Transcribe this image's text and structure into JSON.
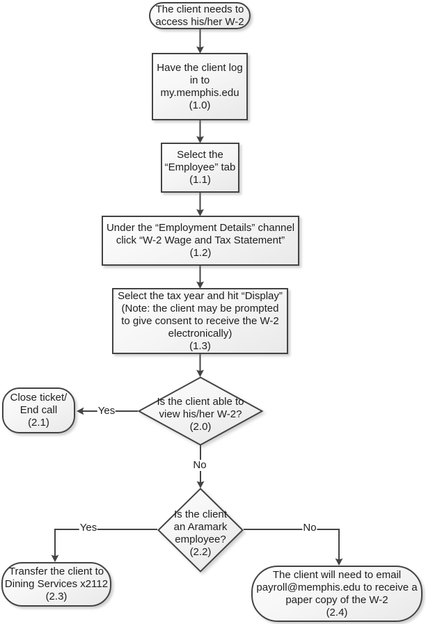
{
  "diagram": {
    "title": "W-2 access troubleshooting flowchart",
    "type": "flowchart",
    "colors": {
      "background": "#ffffff",
      "shape_border": "#434343",
      "shape_fill_light": "#fdfdfd",
      "shape_fill_dark": "#e9e9e9",
      "connector": "#434343",
      "text": "#1d1d1d"
    }
  },
  "nodes": [
    {
      "id": "start",
      "shape": "terminator",
      "step": "",
      "label": "The client needs to\naccess his/her W-2"
    },
    {
      "id": "1.0",
      "shape": "process",
      "step": "1.0",
      "label": "Have the client log\nin to\nmy.memphis.edu\n(1.0)"
    },
    {
      "id": "1.1",
      "shape": "process",
      "step": "1.1",
      "label": "Select the\n“Employee” tab\n(1.1)"
    },
    {
      "id": "1.2",
      "shape": "process",
      "step": "1.2",
      "label": "Under the “Employment Details” channel\nclick “W-2 Wage and Tax Statement”\n(1.2)"
    },
    {
      "id": "1.3",
      "shape": "process",
      "step": "1.3",
      "label": "Select the tax year and hit “Display”\n(Note: the client may be prompted\nto give consent to receive the W-2\nelectronically)\n(1.3)"
    },
    {
      "id": "2.0",
      "shape": "decision",
      "step": "2.0",
      "label": "Is the client able to\nview his/her W-2?\n(2.0)"
    },
    {
      "id": "2.1",
      "shape": "terminator",
      "step": "2.1",
      "label": "Close ticket/\nEnd call\n(2.1)"
    },
    {
      "id": "2.2",
      "shape": "decision",
      "step": "2.2",
      "label": "Is the client\nan Aramark\nemployee?\n(2.2)"
    },
    {
      "id": "2.3",
      "shape": "terminator",
      "step": "2.3",
      "label": "Transfer the client to\nDining Services x2112\n(2.3)"
    },
    {
      "id": "2.4",
      "shape": "terminator",
      "step": "2.4",
      "label": "The client will need to email\npayroll@memphis.edu to receive a\npaper copy of the W-2\n(2.4)"
    }
  ],
  "edges": [
    {
      "from": "start",
      "to": "1.0",
      "label": ""
    },
    {
      "from": "1.0",
      "to": "1.1",
      "label": ""
    },
    {
      "from": "1.1",
      "to": "1.2",
      "label": ""
    },
    {
      "from": "1.2",
      "to": "1.3",
      "label": ""
    },
    {
      "from": "1.3",
      "to": "2.0",
      "label": ""
    },
    {
      "from": "2.0",
      "to": "2.1",
      "label": "Yes"
    },
    {
      "from": "2.0",
      "to": "2.2",
      "label": "No"
    },
    {
      "from": "2.2",
      "to": "2.3",
      "label": "Yes"
    },
    {
      "from": "2.2",
      "to": "2.4",
      "label": "No"
    }
  ]
}
